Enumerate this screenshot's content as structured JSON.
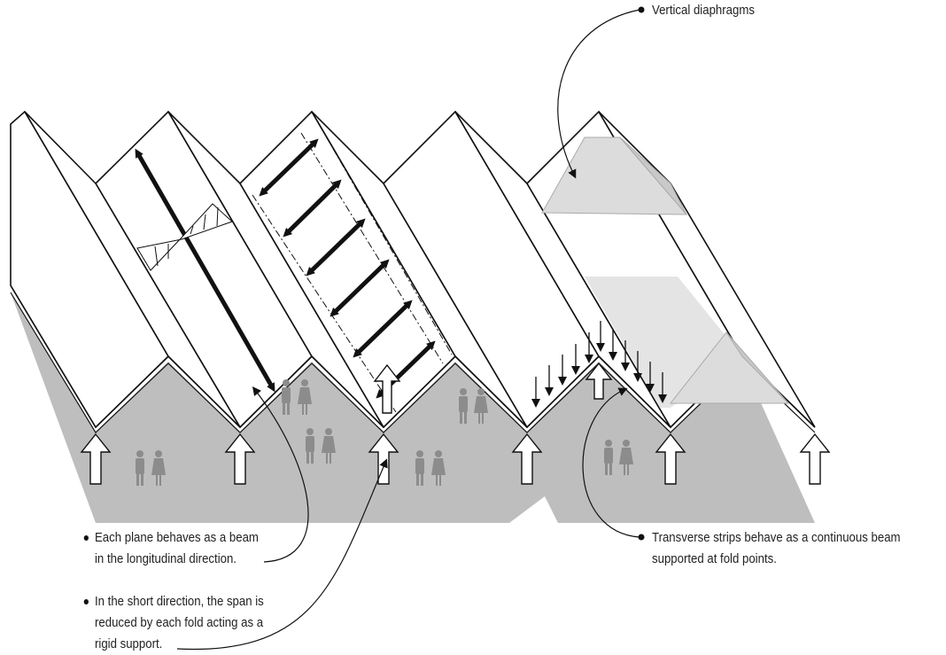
{
  "colors": {
    "floor": "#bebebe",
    "plane": "#ffffff",
    "stroke": "#111111",
    "diaphragm": "#d9d9d9",
    "people": "#8c8c8c"
  },
  "icons": [
    "support-arrow-icon",
    "person-icon",
    "beam-span-arrow-icon",
    "load-arrow-icon"
  ],
  "callouts": {
    "vertical_diaphragms": {
      "line1": "Vertical diaphragms"
    },
    "longitudinal_beam": {
      "line1": "Each plane behaves as a beam",
      "line2": "in the longitudinal direction."
    },
    "short_direction": {
      "line1": "In the short direction, the span is",
      "line2": "reduced by each fold acting as a",
      "line3": "rigid support."
    },
    "transverse_strips": {
      "line1": "Transverse strips behave as a continuous beam",
      "line2": "supported at fold points."
    }
  }
}
